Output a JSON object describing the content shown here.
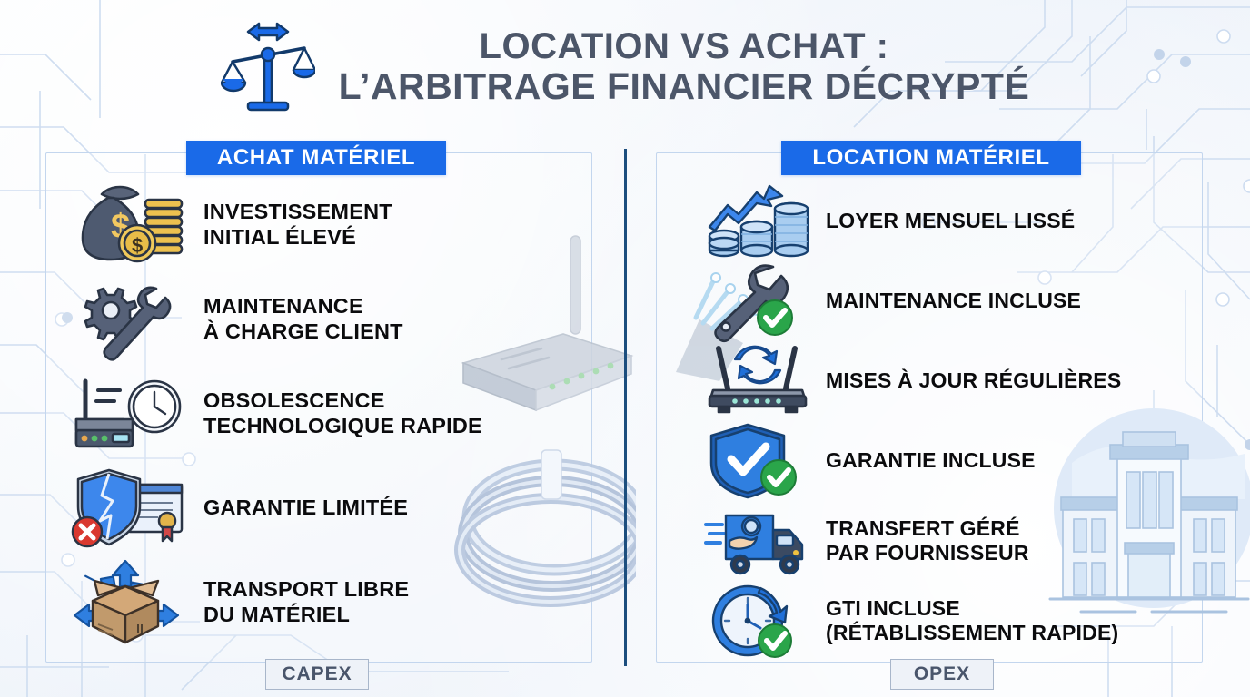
{
  "header": {
    "icon": "balance-scales-icon",
    "title_line1": "LOCATION VS ACHAT :",
    "title_line2": "L’ARBITRAGE FINANCIER DÉCRYPTÉ"
  },
  "colors": {
    "accent_blue": "#1a6ae8",
    "divider_blue": "#1c4e7e",
    "title_slate": "#4c5669",
    "body_black": "#0b0b0d",
    "panel_border": "#c3d6ee",
    "tag_border": "#a8b6ca",
    "tag_bg": "#eef2f8",
    "tag_text": "#49556b",
    "check_green": "#2aa54a",
    "cross_red": "#d93025",
    "background": "#f4f7fb"
  },
  "columns": [
    {
      "id": "achat",
      "badge": "ACHAT MATÉRIEL",
      "tag": "CAPEX",
      "items": [
        {
          "icon": "money-bag-coins-icon",
          "label": "INVESTISSEMENT\nINITIAL ÉLEVÉ"
        },
        {
          "icon": "wrench-gear-icon",
          "label": "MAINTENANCE\nÀ CHARGE CLIENT"
        },
        {
          "icon": "router-clock-icon",
          "label": "OBSOLESCENCE\nTECHNOLOGIQUE RAPIDE"
        },
        {
          "icon": "broken-shield-certificate-icon",
          "label": "GARANTIE LIMITÉE"
        },
        {
          "icon": "open-box-arrows-icon",
          "label": "TRANSPORT LIBRE\nDU MATÉRIEL"
        }
      ]
    },
    {
      "id": "location",
      "badge": "LOCATION MATÉRIEL",
      "tag": "OPEX",
      "items": [
        {
          "icon": "growth-chart-coins-icon",
          "label": "LOYER MENSUEL LISSÉ"
        },
        {
          "icon": "wrench-check-icon",
          "label": "MAINTENANCE INCLUSE"
        },
        {
          "icon": "router-refresh-icon",
          "label": "MISES À JOUR RÉGULIÈRES"
        },
        {
          "icon": "shield-check-icon",
          "label": "GARANTIE INCLUSE"
        },
        {
          "icon": "delivery-truck-hand-icon",
          "label": "TRANSFERT GÉRÉ\nPAR FOURNISSEUR"
        },
        {
          "icon": "clock-arrow-check-icon",
          "label": "GTI INCLUSE\n(RÉTABLISSEMENT RAPIDE)"
        }
      ]
    }
  ],
  "decorations": [
    {
      "name": "wifi-router-illustration"
    },
    {
      "name": "coiled-cable-illustration"
    },
    {
      "name": "fiber-optic-illustration"
    },
    {
      "name": "office-building-illustration"
    },
    {
      "name": "circuit-board-pattern"
    }
  ]
}
